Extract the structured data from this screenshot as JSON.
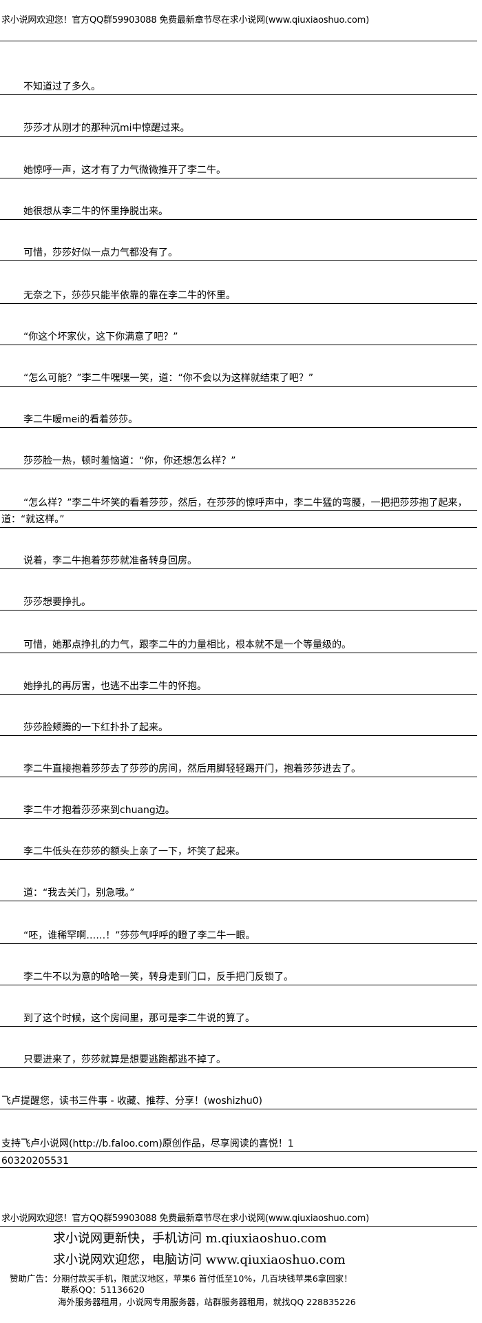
{
  "header": {
    "banner": "求小说网欢迎您！官方QQ群59903088 免费最新章节尽在求小说网(www.qiuxiaoshuo.com)"
  },
  "paragraphs": [
    "不知道过了多久。",
    "莎莎才从刚才的那种沉mi中惊醒过来。",
    "她惊呼一声，这才有了力气微微推开了李二牛。",
    "她很想从李二牛的怀里挣脱出来。",
    "可惜，莎莎好似一点力气都没有了。",
    "无奈之下，莎莎只能半依靠的靠在李二牛的怀里。",
    "“你这个坏家伙，这下你满意了吧？”",
    "“怎么可能？”李二牛嘿嘿一笑，道：“你不会以为这样就结束了吧？”",
    "李二牛暧mei的看着莎莎。",
    "莎莎脸一热，顿时羞恼道：“你，你还想怎么样？”",
    "“怎么样？”李二牛坏笑的看着莎莎，然后，在莎莎的惊呼声中，李二牛猛的弯腰，一把把莎莎抱了起来，道：“就这样。”",
    "说着，李二牛抱着莎莎就准备转身回房。",
    "莎莎想要挣扎。",
    "可惜，她那点挣扎的力气，跟李二牛的力量相比，根本就不是一个等量级的。",
    "她挣扎的再厉害，也逃不出李二牛的怀抱。",
    "莎莎脸颊腾的一下红扑扑了起来。",
    "李二牛直接抱着莎莎去了莎莎的房间，然后用脚轻轻踢开门，抱着莎莎进去了。",
    "李二牛才抱着莎莎来到chuang边。",
    "李二牛低头在莎莎的额头上亲了一下，坏笑了起来。",
    "道：“我去关门，别急哦。”",
    "“呸，谁稀罕啊……！”莎莎气呼呼的瞪了李二牛一眼。",
    "李二牛不以为意的哈哈一笑，转身走到门口，反手把门反锁了。",
    "到了这个时候，这个房间里，那可是李二牛说的算了。",
    "只要进来了，莎莎就算是想要逃跑都逃不掉了。"
  ],
  "notices": {
    "faloo_reminder": "飞卢提醒您，读书三件事 - 收藏、推荐、分享！(woshizhu0)",
    "faloo_support": "支持飞卢小说网(http://b.faloo.com)原创作品，尽享阅读的喜悦！1",
    "faloo_code": "60320205531"
  },
  "footer": {
    "banner": "求小说网欢迎您！官方QQ群59903088 免费最新章节尽在求小说网(www.qiuxiaoshuo.com)",
    "mobile_line": "求小说网更新快，手机访问 m.qiuxiaoshuo.com",
    "pc_line": "求小说网欢迎您，电脑访问 www.qiuxiaoshuo.com",
    "ad_line1": "赞助广告：分期付款买手机，限武汉地区，苹果6 首付低至10%，几百块钱苹果6拿回家！",
    "ad_line2": "联系QQ：51136620",
    "ad_line3": "海外服务器租用，小说网专用服务器，站群服务器租用，就找QQ 228835226"
  }
}
